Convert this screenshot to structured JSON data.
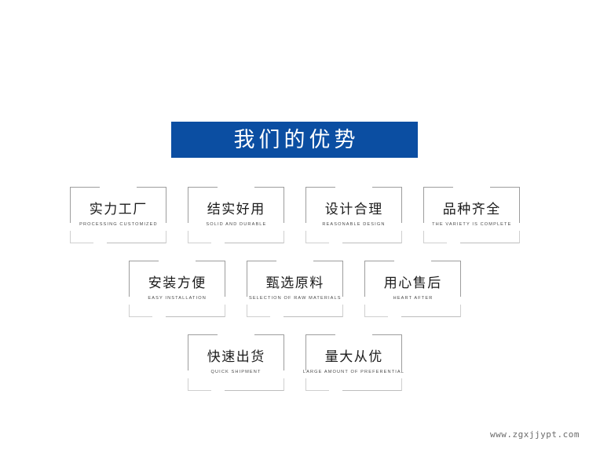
{
  "banner": {
    "title": "我们的优势",
    "background_color": "#0b4ea2",
    "text_color": "#ffffff"
  },
  "features": {
    "rows": [
      [
        {
          "cn": "实力工厂",
          "en": "PROCESSING CUSTOMIZED"
        },
        {
          "cn": "结实好用",
          "en": "SOLID AND DURABLE"
        },
        {
          "cn": "设计合理",
          "en": "REASONABLE DESIGN"
        },
        {
          "cn": "品种齐全",
          "en": "THE VARIETY IS COMPLETE"
        }
      ],
      [
        {
          "cn": "安装方便",
          "en": "EASY INSTALLATION"
        },
        {
          "cn": "甄选原料",
          "en": "SELECTION OF RAW MATERIALS"
        },
        {
          "cn": "用心售后",
          "en": "HEART AFTER"
        }
      ],
      [
        {
          "cn": "快速出货",
          "en": "QUICK SHIPMENT"
        },
        {
          "cn": "量大从优",
          "en": "LARGE AMOUNT OF PREFERENTIAL"
        }
      ]
    ]
  },
  "watermark": {
    "text": "www.zgxjjypt.com",
    "color": "#6b6b6b"
  }
}
